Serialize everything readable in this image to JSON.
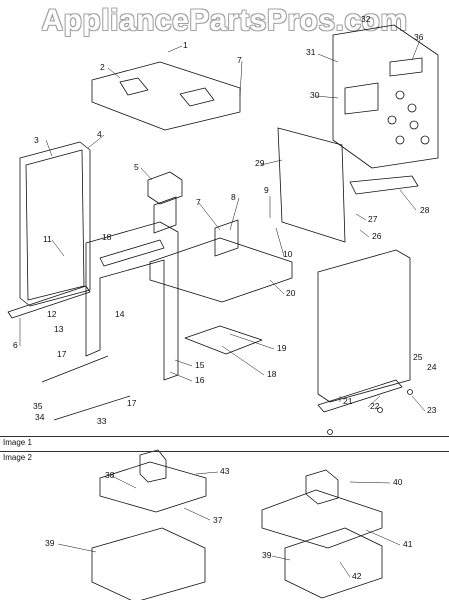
{
  "watermark": "AppliancePartsPros.com",
  "sections": [
    {
      "label": "Image 1"
    },
    {
      "label": "Image 2"
    }
  ],
  "callouts": [
    "1",
    "2",
    "3",
    "4",
    "5",
    "6",
    "7",
    "7",
    "8",
    "9",
    "10",
    "11",
    "12",
    "13",
    "14",
    "15",
    "16",
    "17",
    "17",
    "18",
    "18",
    "19",
    "20",
    "21",
    "22",
    "23",
    "24",
    "25",
    "26",
    "27",
    "28",
    "29",
    "30",
    "31",
    "32",
    "33",
    "34",
    "35",
    "36",
    "37",
    "38",
    "39",
    "39",
    "40",
    "41",
    "42",
    "43"
  ]
}
